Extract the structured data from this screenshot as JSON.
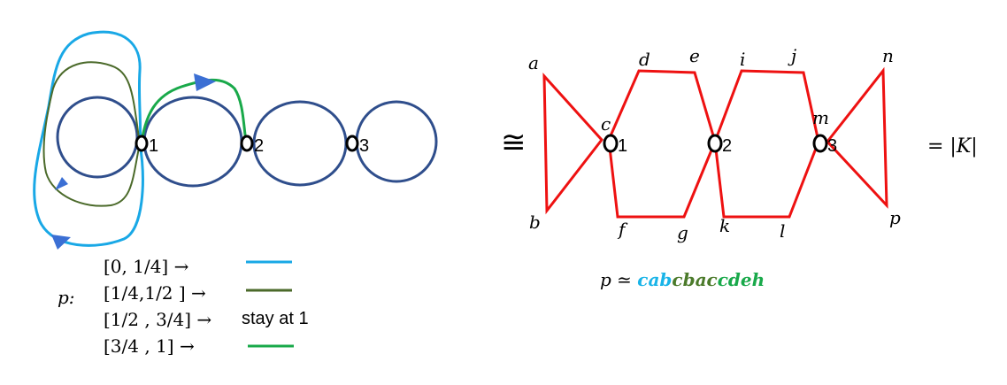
{
  "colors": {
    "circle": "#2f4e8c",
    "blue_path": "#19a8e6",
    "dark_green_path": "#4b6a2a",
    "green_path": "#19a94a",
    "arrow": "#3b6fd4",
    "red_edge": "#ee1111",
    "vertex_marker": "#000000",
    "p_letters_blue": "#19b4e8",
    "p_letters_green": "#4b7a2a",
    "p_letters_bright_green": "#19a94a"
  },
  "left_figure": {
    "vertex_labels": [
      "1",
      "2",
      "3"
    ]
  },
  "legend": {
    "p_label": "p:",
    "rows": [
      {
        "interval": "[0, 1/4] →",
        "action": "",
        "line": "blue_path"
      },
      {
        "interval": "[1/4,1/2 ] →",
        "action": "",
        "line": "dark_green_path"
      },
      {
        "interval": "[1/2 , 3/4] →",
        "action": "stay at 1",
        "line": ""
      },
      {
        "interval": "[3/4 , 1] →",
        "action": "",
        "line": "green_path"
      }
    ]
  },
  "congruence_symbol": "≅",
  "right_figure": {
    "vertex_labels": [
      "1",
      "2",
      "3"
    ],
    "letters": {
      "a": "a",
      "b": "b",
      "c": "c",
      "d": "d",
      "e": "e",
      "f": "f",
      "g": "g",
      "i": "i",
      "j": "j",
      "k": "k",
      "l": "l",
      "m": "m",
      "n": "n",
      "p": "p"
    },
    "equals_label": "= |K|"
  },
  "path_word": {
    "prefix": "p ≃ ",
    "segments": [
      {
        "text": "cab",
        "color": "p_letters_blue"
      },
      {
        "text": "cba",
        "color": "p_letters_green"
      },
      {
        "text": "c",
        "color": "p_letters_green"
      },
      {
        "text": "cdeh",
        "color": "p_letters_bright_green"
      }
    ]
  }
}
